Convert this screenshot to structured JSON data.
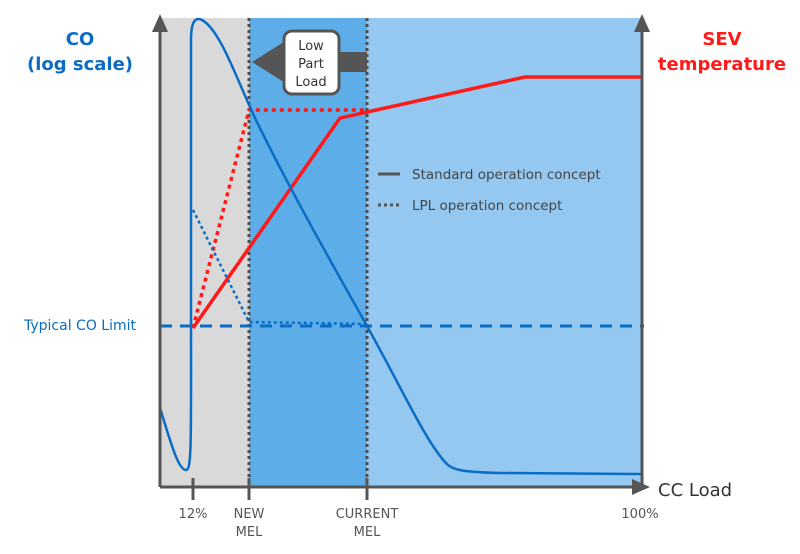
{
  "left_axis": {
    "line1": "CO",
    "line2": "(log scale)",
    "color": "#0a6cc4"
  },
  "right_axis": {
    "line1": "SEV",
    "line2": "temperature",
    "color": "#ff1a1a"
  },
  "x_axis": {
    "label": "CC Load"
  },
  "ticks": {
    "t12": "12%",
    "new1": "NEW",
    "new2": "MEL",
    "cur1": "CURRENT",
    "cur2": "MEL",
    "t100": "100%"
  },
  "co_limit": "Typical CO Limit",
  "arrow_box": {
    "l1": "Low",
    "l2": "Part",
    "l3": "Load"
  },
  "legend": {
    "standard": "Standard operation concept",
    "lpl": "LPL operation concept"
  }
}
